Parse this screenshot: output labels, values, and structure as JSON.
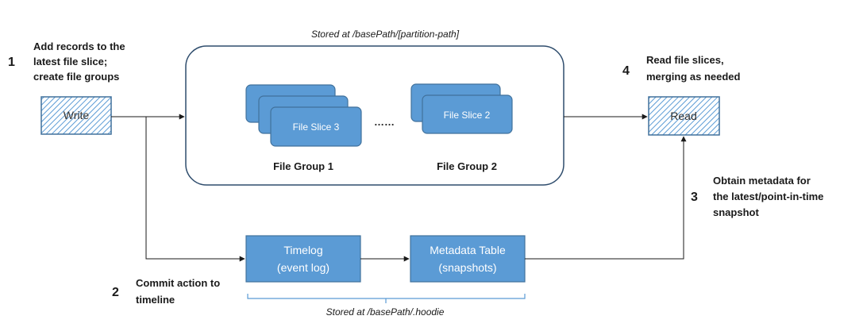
{
  "colors": {
    "box_fill": "#5b9bd5",
    "box_stroke": "#41719c",
    "container_stroke": "#2f4d6d",
    "hatch": "#5b9bd5",
    "line": "#1a1a1a",
    "bracket": "#5b9bd5"
  },
  "steps": {
    "step1": {
      "number": "1",
      "lines": [
        "Add records to the",
        "latest file slice;",
        "create file groups"
      ]
    },
    "step2": {
      "number": "2",
      "lines": [
        "Commit action to",
        "timeline"
      ]
    },
    "step3": {
      "number": "3",
      "lines": [
        "Obtain metadata for",
        "the latest/point-in-time",
        "snapshot"
      ]
    },
    "step4": {
      "number": "4",
      "lines": [
        "Read file slices,",
        "merging as needed"
      ]
    }
  },
  "write_box": {
    "label": "Write"
  },
  "read_box": {
    "label": "Read"
  },
  "container": {
    "caption": "Stored at /basePath/[partition-path]"
  },
  "file_group_1": {
    "label": "File Group 1",
    "front_slice": "File Slice 3"
  },
  "file_group_2": {
    "label": "File Group 2",
    "front_slice": "File Slice 2"
  },
  "ellipsis": "……",
  "timelog": {
    "line1": "Timelog",
    "line2": "(event log)"
  },
  "metadata_table": {
    "line1": "Metadata Table",
    "line2": "(snapshots)"
  },
  "hoodie_caption": "Stored at /basePath/.hoodie"
}
